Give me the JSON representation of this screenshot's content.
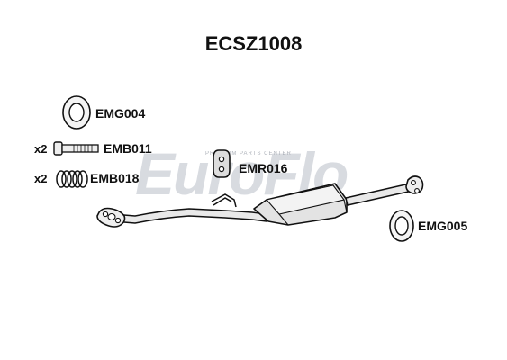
{
  "title": "ECSZ1008",
  "watermark": {
    "brand": "EuroFlo",
    "tagline": "PREMIUM PARTS CENTER"
  },
  "parts": [
    {
      "code": "EMG004",
      "qty": ""
    },
    {
      "code": "EMB011",
      "qty": "x2"
    },
    {
      "code": "EMB018",
      "qty": "x2"
    },
    {
      "code": "EMR016",
      "qty": ""
    },
    {
      "code": "EMG005",
      "qty": ""
    }
  ],
  "colors": {
    "outline": "#111111",
    "pipe_fill": "#e6e6e6",
    "watermark": "#b9bec8"
  }
}
